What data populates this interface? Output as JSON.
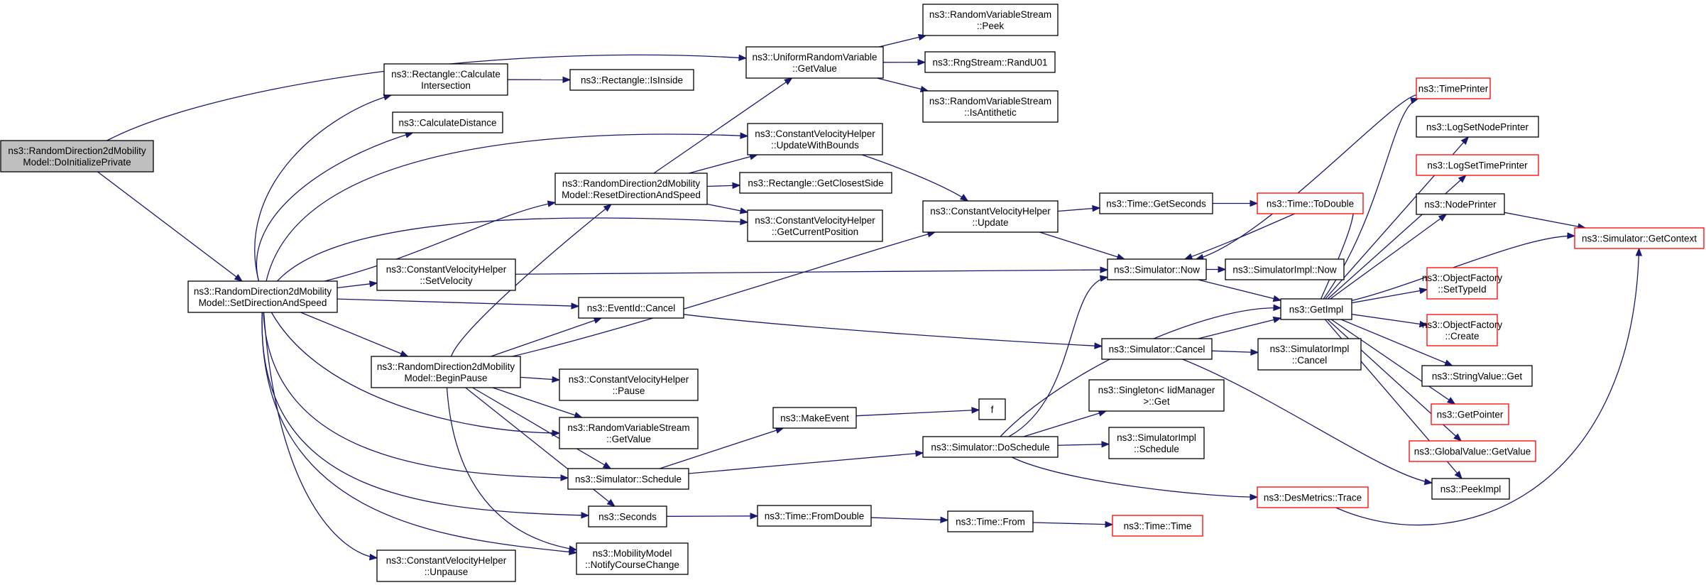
{
  "colors": {
    "edge": "#191970",
    "root_fill": "#bfbfbf",
    "highlight_border": "#ff0000"
  },
  "nodes": [
    {
      "id": "root",
      "lines": [
        "ns3::RandomDirection2dMobility",
        "Model::DoInitializePrivate"
      ],
      "root": true
    },
    {
      "id": "setdir",
      "lines": [
        "ns3::RandomDirection2dMobility",
        "Model::SetDirectionAndSpeed"
      ]
    },
    {
      "id": "rectcalc",
      "lines": [
        "ns3::Rectangle::Calculate",
        "Intersection"
      ]
    },
    {
      "id": "rectinside",
      "lines": [
        "ns3::Rectangle::IsInside"
      ]
    },
    {
      "id": "calcdist",
      "lines": [
        "ns3::CalculateDistance"
      ]
    },
    {
      "id": "reset",
      "lines": [
        "ns3::RandomDirection2dMobility",
        "Model::ResetDirectionAndSpeed"
      ]
    },
    {
      "id": "setvel",
      "lines": [
        "ns3::ConstantVelocityHelper",
        "::SetVelocity"
      ]
    },
    {
      "id": "evcancel",
      "lines": [
        "ns3::EventId::Cancel"
      ]
    },
    {
      "id": "beginpause",
      "lines": [
        "ns3::RandomDirection2dMobility",
        "Model::BeginPause"
      ]
    },
    {
      "id": "cvhpause",
      "lines": [
        "ns3::ConstantVelocityHelper",
        "::Pause"
      ]
    },
    {
      "id": "rvsgetvalue",
      "lines": [
        "ns3::RandomVariableStream",
        "::GetValue"
      ]
    },
    {
      "id": "simschedule",
      "lines": [
        "ns3::Simulator::Schedule"
      ]
    },
    {
      "id": "seconds",
      "lines": [
        "ns3::Seconds"
      ]
    },
    {
      "id": "unpause",
      "lines": [
        "ns3::ConstantVelocityHelper",
        "::Unpause"
      ]
    },
    {
      "id": "notify",
      "lines": [
        "ns3::MobilityModel",
        "::NotifyCourseChange"
      ]
    },
    {
      "id": "urvgetvalue",
      "lines": [
        "ns3::UniformRandomVariable",
        "::GetValue"
      ]
    },
    {
      "id": "cvhbounds",
      "lines": [
        "ns3::ConstantVelocityHelper",
        "::UpdateWithBounds"
      ]
    },
    {
      "id": "closest",
      "lines": [
        "ns3::Rectangle::GetClosestSide"
      ]
    },
    {
      "id": "curpos",
      "lines": [
        "ns3::ConstantVelocityHelper",
        "::GetCurrentPosition"
      ]
    },
    {
      "id": "makeevent",
      "lines": [
        "ns3::MakeEvent"
      ]
    },
    {
      "id": "fromdouble",
      "lines": [
        "ns3::Time::FromDouble"
      ]
    },
    {
      "id": "peek",
      "lines": [
        "ns3::RandomVariableStream",
        "::Peek"
      ]
    },
    {
      "id": "randu01",
      "lines": [
        "ns3::RngStream::RandU01"
      ]
    },
    {
      "id": "antithetic",
      "lines": [
        "ns3::RandomVariableStream",
        "::IsAntithetic"
      ]
    },
    {
      "id": "cvhupdate",
      "lines": [
        "ns3::ConstantVelocityHelper",
        "::Update"
      ]
    },
    {
      "id": "fnode",
      "lines": [
        "f"
      ]
    },
    {
      "id": "doschedule",
      "lines": [
        "ns3::Simulator::DoSchedule"
      ]
    },
    {
      "id": "timefrom",
      "lines": [
        "ns3::Time::From"
      ]
    },
    {
      "id": "getseconds",
      "lines": [
        "ns3::Time::GetSeconds"
      ]
    },
    {
      "id": "simnow",
      "lines": [
        "ns3::Simulator::Now"
      ]
    },
    {
      "id": "simcancel",
      "lines": [
        "ns3::Simulator::Cancel"
      ]
    },
    {
      "id": "singleton",
      "lines": [
        "ns3::Singleton< IidManager",
        ">::Get"
      ]
    },
    {
      "id": "implschedule",
      "lines": [
        "ns3::SimulatorImpl",
        "::Schedule"
      ]
    },
    {
      "id": "todouble",
      "lines": [
        "ns3::Time::ToDouble"
      ],
      "red": true
    },
    {
      "id": "implnow",
      "lines": [
        "ns3::SimulatorImpl::Now"
      ]
    },
    {
      "id": "implcancel",
      "lines": [
        "ns3::SimulatorImpl",
        "::Cancel"
      ]
    },
    {
      "id": "desmetrics",
      "lines": [
        "ns3::DesMetrics::Trace"
      ],
      "red": true
    },
    {
      "id": "time",
      "lines": [
        "ns3::Time::Time"
      ],
      "red": true
    },
    {
      "id": "getimpl",
      "lines": [
        "ns3::GetImpl"
      ]
    },
    {
      "id": "timeprinter",
      "lines": [
        "ns3::TimePrinter"
      ],
      "red": true
    },
    {
      "id": "logsetnode",
      "lines": [
        "ns3::LogSetNodePrinter"
      ]
    },
    {
      "id": "logsettime",
      "lines": [
        "ns3::LogSetTimePrinter"
      ],
      "red": true
    },
    {
      "id": "nodeprinter",
      "lines": [
        "ns3::NodePrinter"
      ]
    },
    {
      "id": "ofsettype",
      "lines": [
        "ns3::ObjectFactory",
        "::SetTypeId"
      ],
      "red": true
    },
    {
      "id": "ofcreate",
      "lines": [
        "ns3::ObjectFactory",
        "::Create"
      ],
      "red": true
    },
    {
      "id": "strget",
      "lines": [
        "ns3::StringValue::Get"
      ]
    },
    {
      "id": "getpointer",
      "lines": [
        "ns3::GetPointer"
      ],
      "red": true
    },
    {
      "id": "gvgetvalue",
      "lines": [
        "ns3::GlobalValue::GetValue"
      ],
      "red": true
    },
    {
      "id": "peekimpl",
      "lines": [
        "ns3::PeekImpl"
      ]
    },
    {
      "id": "getcontext",
      "lines": [
        "ns3::Simulator::GetContext"
      ],
      "red": true
    }
  ]
}
